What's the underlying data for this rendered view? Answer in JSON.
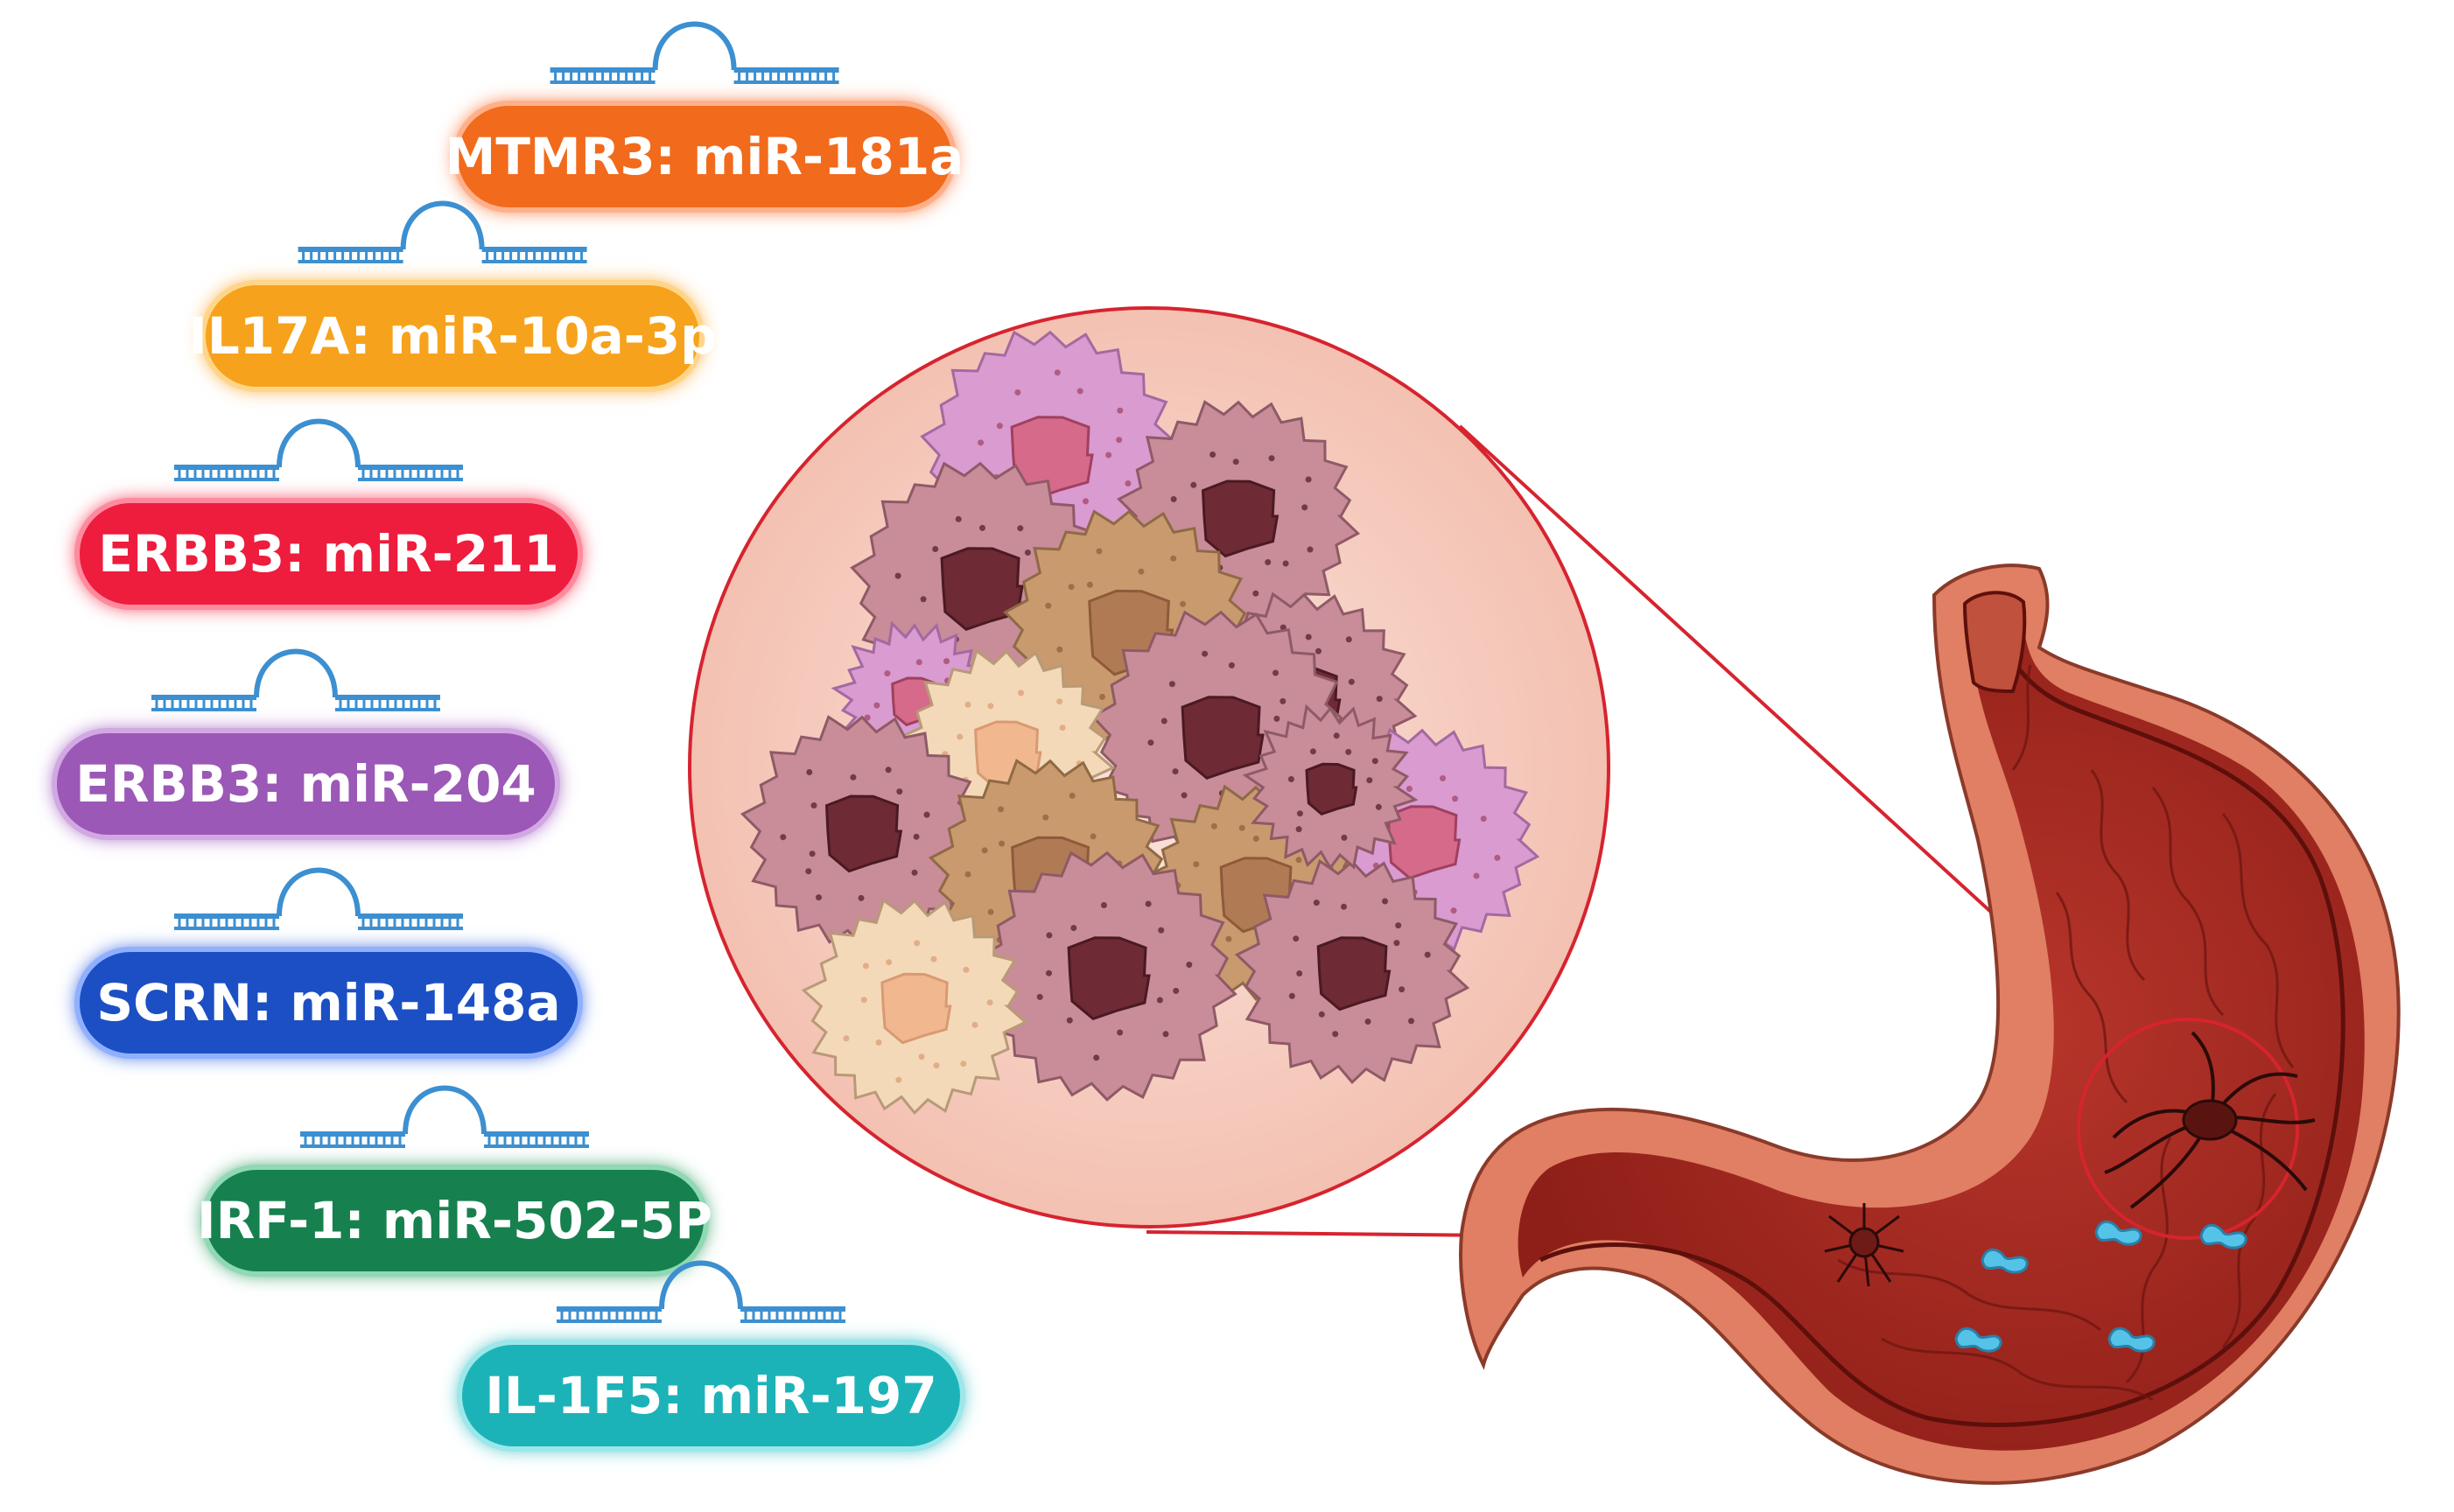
{
  "labels": [
    {
      "text": "MTMR3: miR-181a",
      "color": "#F26A1B",
      "glow": "#FFB08A"
    },
    {
      "text": "IL17A: miR-10a-3p",
      "color": "#F7A21B",
      "glow": "#FFD58A"
    },
    {
      "text": "ERBB3: miR-211",
      "color": "#EE1B3E",
      "glow": "#FF8A9E"
    },
    {
      "text": "ERBB3: miR-204",
      "color": "#9B59B6",
      "glow": "#D2A8E4"
    },
    {
      "text": "SCRN: miR-148a",
      "color": "#1A4FC4",
      "glow": "#8FB0FF"
    },
    {
      "text": "IRF-1: miR-502-5P",
      "color": "#16814F",
      "glow": "#8FD9B4"
    },
    {
      "text": "IL-1F5: miR-197",
      "color": "#1FB3B8",
      "glow": "#9BE7EA"
    }
  ],
  "colors": {
    "rna": "#3C8FD0",
    "zoom_line": "#D6242F",
    "tissue_bg": "#F7D3C8",
    "stomach_outer": "#E07F63",
    "stomach_inner": "#A3271F",
    "cell_pink": "#C98C99",
    "cell_violet": "#D99BD0",
    "cell_tan": "#C99A6E",
    "cell_cream": "#F3D9B8"
  },
  "icons": {
    "rna": "mirna-hairpin-icon",
    "bacteria": "bacteria-icon",
    "cell": "tumor-cell-icon"
  }
}
